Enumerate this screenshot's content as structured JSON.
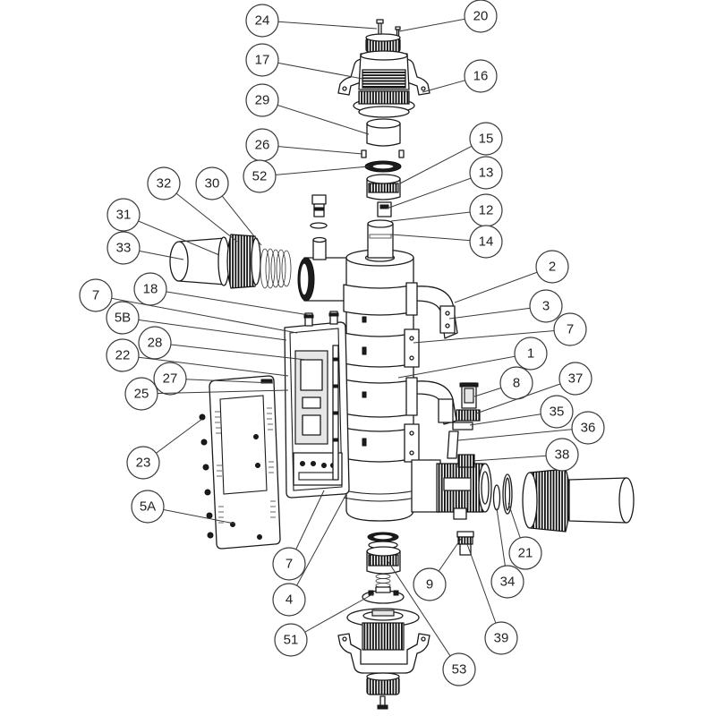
{
  "callouts": [
    "24",
    "20",
    "17",
    "16",
    "29",
    "26",
    "15",
    "52",
    "13",
    "32",
    "30",
    "12",
    "31",
    "14",
    "33",
    "2",
    "18",
    "7",
    "3",
    "5B",
    "7",
    "28",
    "22",
    "1",
    "27",
    "8",
    "37",
    "25",
    "35",
    "36",
    "23",
    "38",
    "5A",
    "21",
    "7",
    "34",
    "9",
    "4",
    "39",
    "51",
    "53"
  ]
}
